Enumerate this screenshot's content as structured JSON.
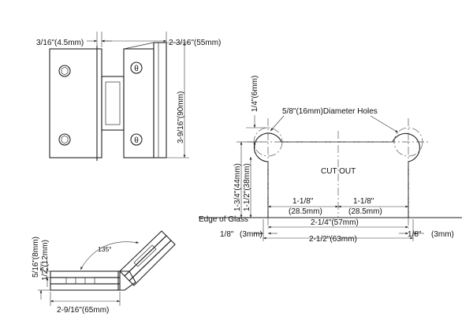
{
  "front_view": {
    "top_left_dim": "3/16\"(4.5mm)",
    "top_right_dim": "2-3/16\"(55mm)",
    "height_dim": "3-9/16\"(90mm)"
  },
  "side_view": {
    "angle_label": "135°",
    "vert_dim_1": "5/16\"(8mm)",
    "vert_dim_2": "1/2\"(12mm)",
    "bottom_dim": "2-9/16\"(65mm)"
  },
  "cutout_view": {
    "top_dim": "1/4\"(6mm)",
    "holes_label": "5/8\"(16mm)Diameter Holes",
    "cutout_label": "CUT OUT",
    "vert_dim_1": "1-3/4\"(44mm)",
    "vert_dim_2": "1-1/2\"(38mm)",
    "left_half_in": "1-1/8\"",
    "left_half_mm": "(28.5mm)",
    "right_half_in": "1-1/8\"",
    "right_half_mm": "(28.5mm)",
    "center_span": "2-1/4\"(57mm)",
    "edge_label": "Edge of Glass",
    "left_gap_in": "1/8\"",
    "left_gap_mm": "(3mm)",
    "total_width": "2-1/2\"(63mm)",
    "right_gap_in": "1/8\"",
    "right_gap_mm": "(3mm)"
  }
}
